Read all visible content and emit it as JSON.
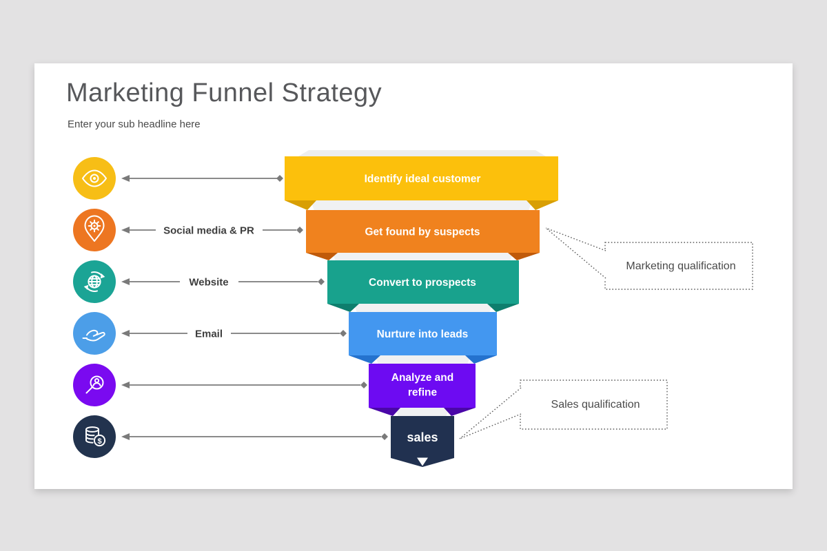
{
  "header": {
    "title": "Marketing Funnel Strategy",
    "subtitle": "Enter your sub headline here"
  },
  "funnel": {
    "levels": [
      {
        "label": "Identify ideal customer",
        "channel": "",
        "color": "#fcc00c",
        "fold_color": "#d89f05",
        "icon": "eye-icon",
        "icon_color": "#f7be16"
      },
      {
        "label": "Get found by suspects",
        "channel": "Social media & PR",
        "color": "#f0821e",
        "fold_color": "#c05a0a",
        "icon": "location-gear-icon",
        "icon_color": "#ed7621"
      },
      {
        "label": "Convert to prospects",
        "channel": "Website",
        "color": "#18a28d",
        "fold_color": "#0e7e6d",
        "icon": "globe-sync-icon",
        "icon_color": "#1ba495"
      },
      {
        "label": "Nurture into leads",
        "channel": "Email",
        "color": "#4397f0",
        "fold_color": "#2472ce",
        "icon": "hand-icon",
        "icon_color": "#4c9ee8"
      },
      {
        "label": "Analyze and refine",
        "label_lines": [
          "Analyze and",
          "refine"
        ],
        "channel": "",
        "color": "#6d0bf2",
        "fold_color": "#4a07a8",
        "icon": "search-person-icon",
        "icon_color": "#7a0af0"
      },
      {
        "label": "sales",
        "channel": "",
        "color": "#213150",
        "fold_color": "#16223a",
        "icon": "coins-icon",
        "icon_color": "#22334e",
        "icon_symbol": "$"
      }
    ]
  },
  "callouts": [
    {
      "label": "Marketing qualification"
    },
    {
      "label": "Sales qualification"
    }
  ],
  "colors": {
    "background": "#e3e2e3",
    "card": "#ffffff",
    "arrow": "#7a7a7a",
    "callout_border": "#5a5a5a",
    "title_text": "#57585b"
  }
}
